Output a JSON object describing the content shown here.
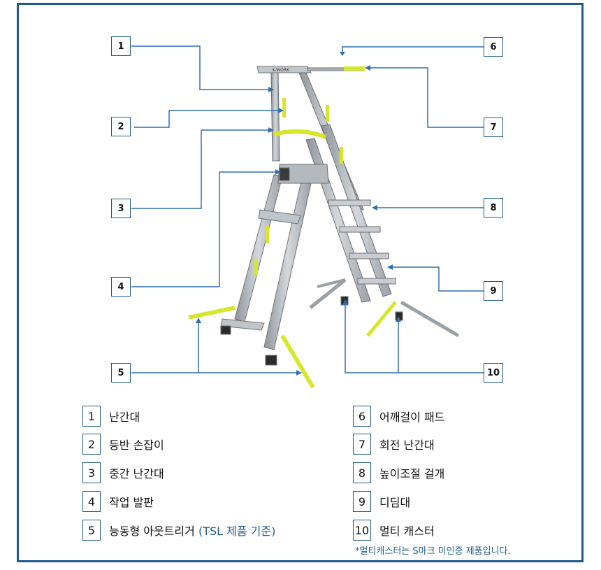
{
  "colors": {
    "accent": "#1f5a8c",
    "highlight": "#d6e62a",
    "metal": "#b9bec4"
  },
  "callouts": [
    "1",
    "2",
    "3",
    "4",
    "5",
    "6",
    "7",
    "8",
    "9",
    "10"
  ],
  "platform_text": "K-WORK",
  "legend": [
    {
      "num": "1",
      "label": "난간대"
    },
    {
      "num": "2",
      "label": "등반 손잡이"
    },
    {
      "num": "3",
      "label": "중간 난간대"
    },
    {
      "num": "4",
      "label": "작업 발판"
    },
    {
      "num": "5",
      "label": "능동형 아웃트리거",
      "note": "(TSL 제품 기준)"
    },
    {
      "num": "6",
      "label": "어깨걸이 패드"
    },
    {
      "num": "7",
      "label": "회전 난간대"
    },
    {
      "num": "8",
      "label": "높이조절 걸개"
    },
    {
      "num": "9",
      "label": "디딤대"
    },
    {
      "num": "10",
      "label": "멀티 캐스터"
    }
  ],
  "footnote": "*멀티캐스터는 S마크 미인증 제품입니다."
}
